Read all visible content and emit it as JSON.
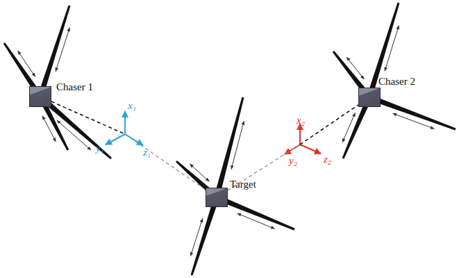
{
  "diagram": {
    "nodes": [
      {
        "text": [
          "Chaser 1"
        ]
      },
      {
        "text": [
          "Target"
        ]
      },
      {
        "text": [
          "Chaser 2"
        ]
      }
    ],
    "edges": [
      {
        "from": 0,
        "to": 1,
        "arrow": "none"
      },
      {
        "from": 1,
        "to": 2,
        "arrow": "none"
      }
    ],
    "labels": [
      "x₁",
      "y₁",
      "z₁",
      "x₂",
      "y₂",
      "z₂"
    ]
  }
}
